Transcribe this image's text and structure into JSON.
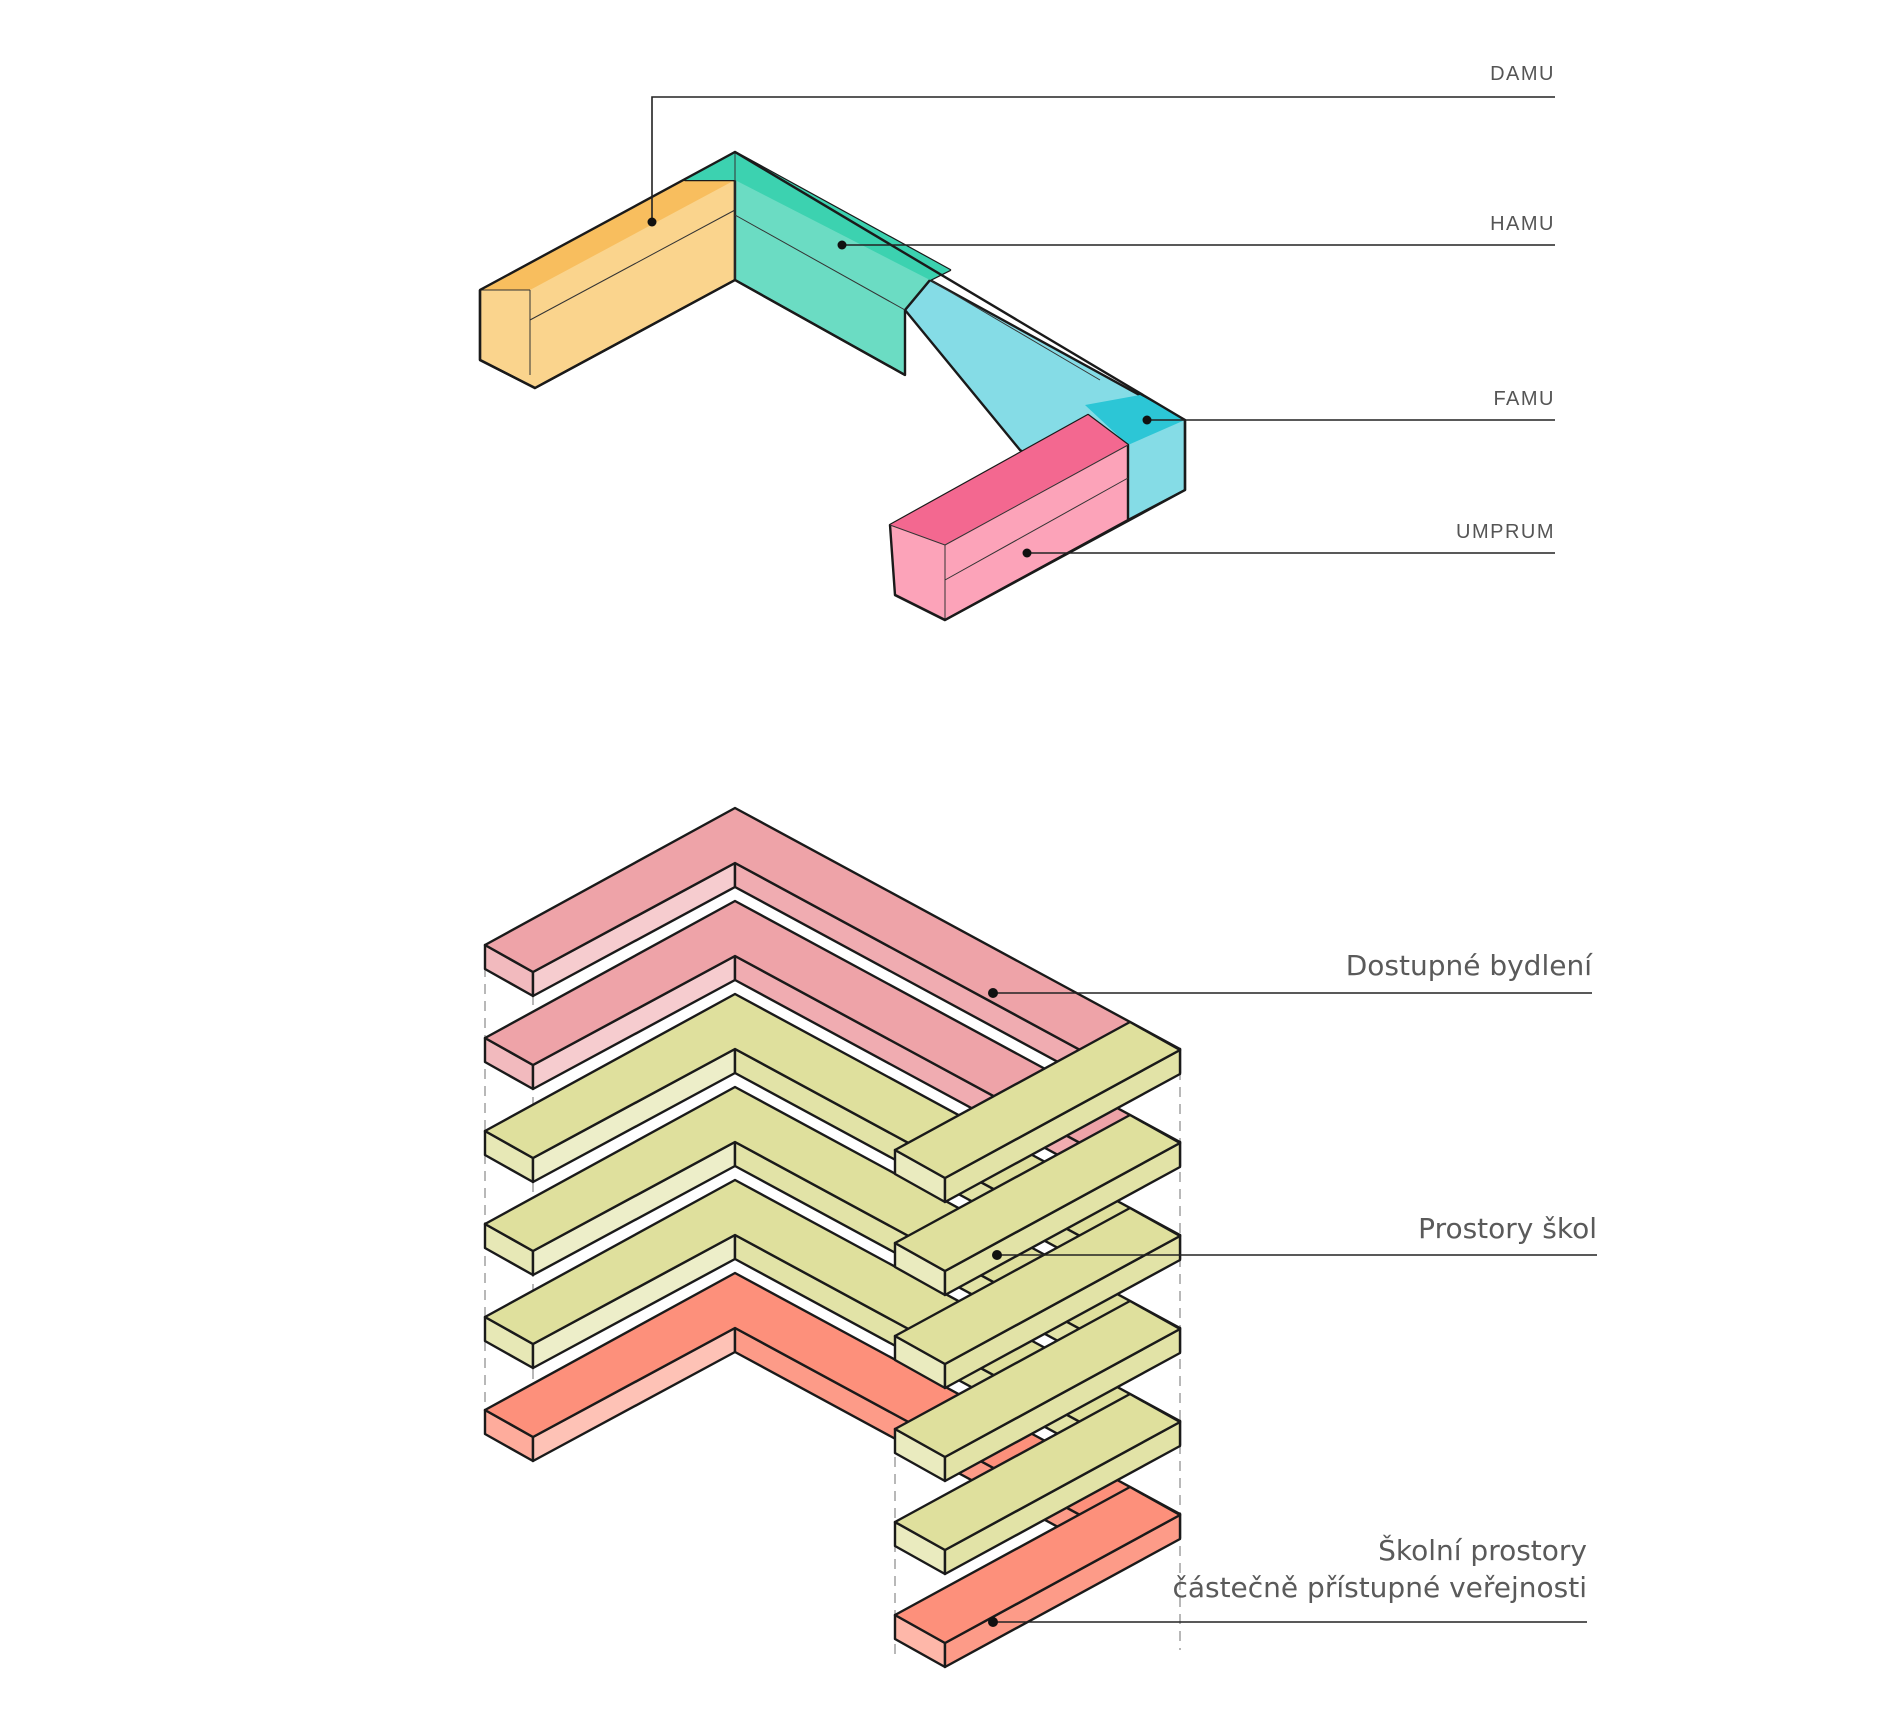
{
  "top_diagram": {
    "labels": [
      {
        "id": "damu",
        "text": "DAMU"
      },
      {
        "id": "hamu",
        "text": "HAMU"
      },
      {
        "id": "famu",
        "text": "FAMU"
      },
      {
        "id": "umprum",
        "text": "UMPRUM"
      }
    ],
    "colors": {
      "damu": "#fad48d",
      "hamu": "#6bdcc3",
      "famu": "#85dce6",
      "umprum": "#fca3b9"
    }
  },
  "bottom_diagram": {
    "labels": {
      "housing": "Dostupné bydlení",
      "school": "Prostory škol",
      "public_line1": "Školní prostory",
      "public_line2": "částečně přístupné veřejnosti"
    },
    "colors": {
      "housing": "#eea3a8",
      "school": "#dfe09d",
      "public": "#fd907b"
    },
    "slab_stack": [
      "housing",
      "housing",
      "school",
      "school",
      "school",
      "public"
    ]
  }
}
